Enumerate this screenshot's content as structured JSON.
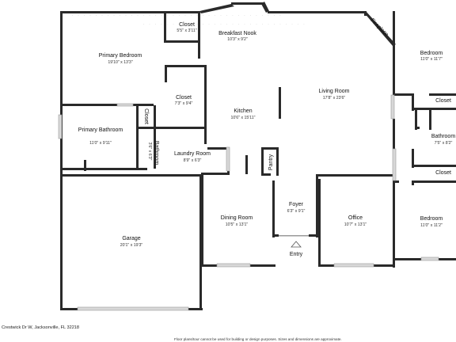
{
  "rooms": {
    "primary_bedroom": {
      "name": "Primary Bedroom",
      "dims": "19'10\" x 13'3\""
    },
    "closet_top": {
      "name": "Closet",
      "dims": "5'5\" x 3'11\""
    },
    "breakfast_nook": {
      "name": "Breakfast Nook",
      "dims": "10'3\" x 9'2\""
    },
    "fireplace": {
      "name": "Fireplace"
    },
    "bedroom_tr": {
      "name": "Bedroom",
      "dims": "11'0\" x 11'7\""
    },
    "closet_mid": {
      "name": "Closet",
      "dims": "7'3\" x 9'4\""
    },
    "kitchen": {
      "name": "Kitchen",
      "dims": "10'6\" x 15'11\""
    },
    "living_room": {
      "name": "Living Room",
      "dims": "17'8\" x 23'6\""
    },
    "closet_right_top": {
      "name": "Closet"
    },
    "closet_small": {
      "name": "Closet"
    },
    "primary_bathroom": {
      "name": "Primary Bathroom",
      "dims": "11'0\" x 9'11\""
    },
    "bathroom_small": {
      "name": "Bathroom",
      "dims": "3'6\" x 6'3\""
    },
    "laundry_room": {
      "name": "Laundry Room",
      "dims": "8'9\" x 6'3\""
    },
    "pantry": {
      "name": "Pantry"
    },
    "bathroom_right": {
      "name": "Bathroom",
      "dims": "7'5\" x 8'2\""
    },
    "closet_right_bottom": {
      "name": "Closet"
    },
    "foyer": {
      "name": "Foyer",
      "dims": "6'3\" x 9'1\""
    },
    "dining_room": {
      "name": "Dining Room",
      "dims": "10'5\" x 13'1\""
    },
    "office": {
      "name": "Office",
      "dims": "10'7\" x 13'1\""
    },
    "bedroom_br": {
      "name": "Bedroom",
      "dims": "11'0\" x 11'2\""
    },
    "garage": {
      "name": "Garage",
      "dims": "20'1\" x 19'3\""
    }
  },
  "entry_label": "Entry",
  "address": "Crestwick Dr W, Jacksonville, FL 32218",
  "disclaimer": "Floor plans/tour cannot be used for building or design purposes. Sizes and dimensions are approximate."
}
